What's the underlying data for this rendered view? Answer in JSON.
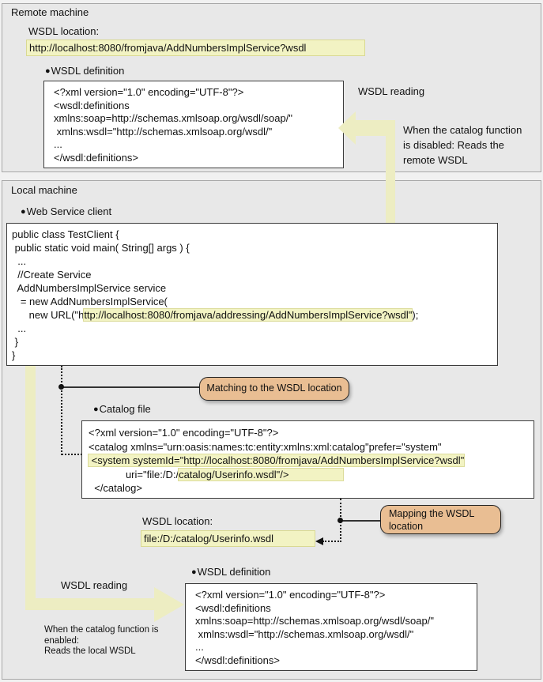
{
  "colors": {
    "section_bg": "#e8e8e8",
    "highlight_yellow": "#f2f3c3",
    "arrow_yellow": "#ededc2",
    "bubble_tan": "#e9be93",
    "code_box_bg": "#ffffff"
  },
  "remote_section": {
    "title": "Remote machine",
    "wsdl_location": {
      "label": "WSDL location:",
      "url": "http://localhost:8080/fromjava/AddNumbersImplService?wsdl"
    },
    "wsdl_definition": {
      "bullet": "●",
      "label": "WSDL definition",
      "code": [
        [
          {
            "t": "<?xml version=\"1.0\" encoding=\"UTF-8\"?>"
          }
        ],
        [
          {
            "t": "<wsdl:definitions"
          }
        ],
        [
          {
            "t": "xmlns:soap=http://schemas.xmlsoap.org/wsdl/soap/\""
          }
        ],
        [
          {
            "t": " xmlns:wsdl=\"http://schemas.xmlsoap.org/wsdl/\""
          }
        ],
        [
          {
            "t": "..."
          }
        ],
        [
          {
            "t": "</wsdl:definitions>"
          }
        ]
      ]
    }
  },
  "top_flow": {
    "arrow_label": "WSDL reading",
    "note": "When the catalog function\nis disabled: Reads the\nremote WSDL"
  },
  "local_section": {
    "title": "Local machine",
    "web_service_client": {
      "bullet": "●",
      "label": "Web Service client",
      "code": [
        [
          {
            "t": "public class TestClient {"
          }
        ],
        [
          {
            "t": " public static void main( String[] args ) {"
          }
        ],
        [
          {
            "t": "  ..."
          }
        ],
        [
          {
            "t": "  //Create Service"
          }
        ],
        [
          {
            "t": "  AddNumbersImplService service"
          }
        ],
        [
          {
            "t": "   = new AddNumbersImplService("
          }
        ],
        [
          {
            "t": "      new URL(\"h"
          },
          {
            "t": "ttp://localhost:8080/fromjava/addressing/AddNumbersImplService?wsdl\"",
            "h": true
          },
          {
            "t": ");"
          }
        ],
        [
          {
            "t": "  ..."
          }
        ],
        [
          {
            "t": " }"
          }
        ],
        [
          {
            "t": "}"
          }
        ]
      ]
    },
    "matching_bubble": "Matching to the WSDL location",
    "catalog_file": {
      "bullet": "●",
      "label": "Catalog file",
      "code": [
        [
          {
            "t": "<?xml version=\"1.0\" encoding=\"UTF-8\"?>"
          }
        ],
        [
          {
            "t": "<catalog xmlns=\"urn:oasis:names:tc:entity:xmlns:xml:catalog\"prefer=\"system\""
          }
        ],
        [
          {
            "t": " <system systemId=\"http://localhost:8080/fromjava/AddNumbersImplService?wsdl\"",
            "h": true
          }
        ],
        [
          {
            "t": "             uri=\"file:/D:/"
          },
          {
            "t": "catalog/Userinfo.wsdl\"/>                   ",
            "h": true
          }
        ],
        [
          {
            "t": "  </catalog>"
          }
        ]
      ]
    },
    "mapping_bubble": "Mapping the WSDL\nlocation",
    "wsdl_location": {
      "label": "WSDL location:",
      "path": "file:/D:/catalog/Userinfo.wsdl"
    },
    "bottom_flow": {
      "arrow_label": "WSDL reading",
      "note": "When the catalog function is\nenabled:\nReads the local WSDL"
    },
    "wsdl_definition": {
      "bullet": "●",
      "label": "WSDL definition",
      "code": [
        [
          {
            "t": "<?xml version=\"1.0\" encoding=\"UTF-8\"?>"
          }
        ],
        [
          {
            "t": "<wsdl:definitions"
          }
        ],
        [
          {
            "t": "xmlns:soap=http://schemas.xmlsoap.org/wsdl/soap/\""
          }
        ],
        [
          {
            "t": " xmlns:wsdl=\"http://schemas.xmlsoap.org/wsdl/\""
          }
        ],
        [
          {
            "t": "..."
          }
        ],
        [
          {
            "t": "</wsdl:definitions>"
          }
        ]
      ]
    }
  }
}
